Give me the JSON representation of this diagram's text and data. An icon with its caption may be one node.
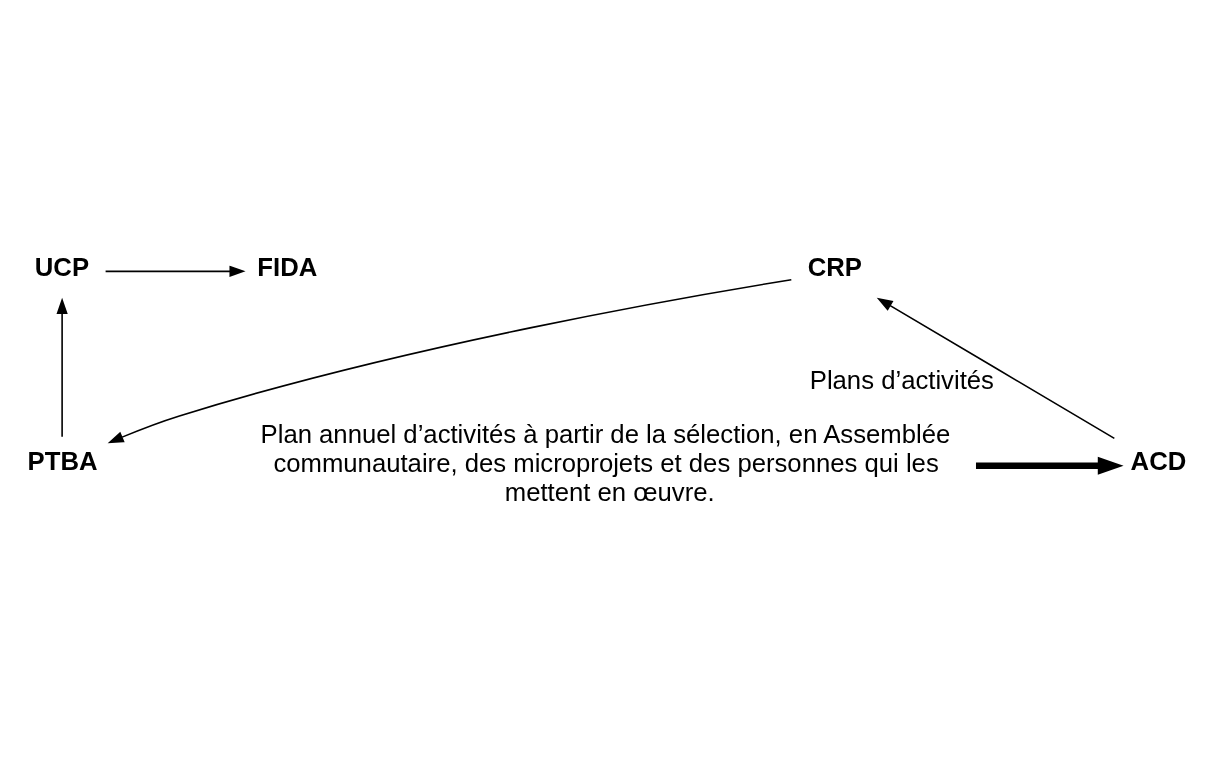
{
  "diagram": {
    "nodes": [
      {
        "text": [
          "PTBA"
        ]
      },
      {
        "text": [
          "CRP"
        ]
      },
      {
        "text": [
          "UCP"
        ]
      },
      {
        "text": [
          "FIDA"
        ]
      },
      {
        "text": [
          "ACD"
        ]
      },
      {
        "text": [
          "Plan annuel d’activités à partir de la sélection, en Assemblée communautaire, des microprojets et des personnes qui les mettent en œuvre."
        ]
      }
    ],
    "edges": [
      {
        "from": 1,
        "to": 0,
        "arrow": "to"
      },
      {
        "from": 0,
        "to": 2,
        "arrow": "to"
      },
      {
        "from": 2,
        "to": 3,
        "arrow": "to"
      },
      {
        "from": 4,
        "to": 1,
        "arrow": "to",
        "label": "Plans d’activités"
      },
      {
        "from": 5,
        "to": 4,
        "arrow": "to",
        "style": "thick"
      }
    ]
  }
}
